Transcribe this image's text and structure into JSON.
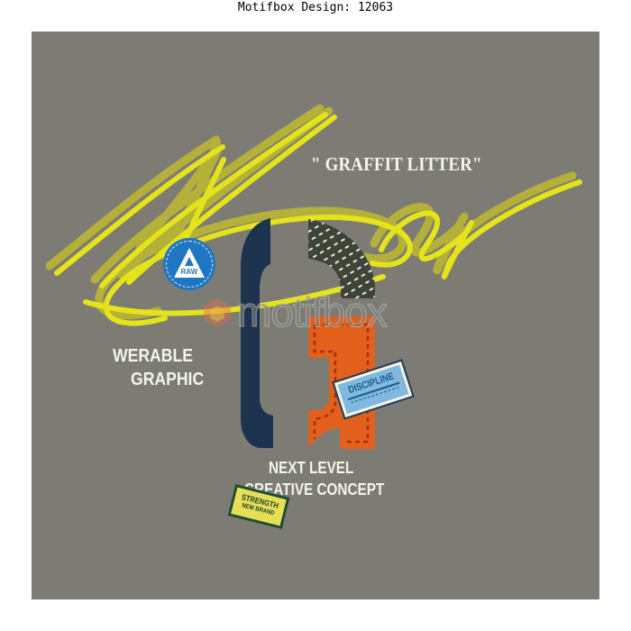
{
  "header": {
    "title": "Motifbox Design: 12063"
  },
  "design": {
    "background_color": "#7c7c75",
    "script_lettering": "Boy",
    "script_colors": {
      "primary": "#e5e31a",
      "shadow": "#b4b03a"
    },
    "big_letter": "G",
    "big_letter_colors": {
      "left_stroke": "#1d3350",
      "top_right": "#3f4438",
      "bottom_right": "#e0601c"
    },
    "headline": "\" GRAFFIT LITTER\"",
    "side_text": {
      "line1": "WERABLE",
      "line2": "GRAPHIC"
    },
    "bottom_text": {
      "line1": "NEXT LEVEL",
      "line2": "CREATIVE CONCEPT"
    },
    "badges": {
      "raw": {
        "label": "RAW",
        "color": "#1f76c2",
        "icon": "triangle-icon"
      },
      "discipline": {
        "label": "DISCIPLINE",
        "bg": "#7fb9e0"
      },
      "strength": {
        "line1": "STRENGTH",
        "line2": "NEW BRAND",
        "bg": "#e6df56"
      }
    },
    "watermark": {
      "text": "motifbox"
    }
  }
}
